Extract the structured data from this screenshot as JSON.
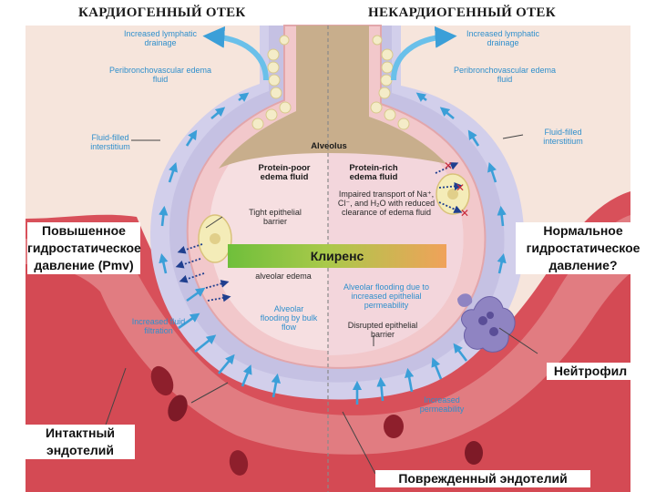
{
  "headers": {
    "left": "КАРДИОГЕННЫЙ ОТЕК",
    "right": "НЕКАРДИОГЕННЫЙ ОТЕК"
  },
  "labels": {
    "lymph_left": "Increased lymphatic drainage",
    "lymph_right": "Increased lymphatic drainage",
    "peri_left": "Peribronchovascular edema fluid",
    "peri_right": "Peribronchovascular edema fluid",
    "interstitium_left": "Fluid-filled interstitium",
    "interstitium_right": "Fluid-filled interstitium",
    "alveolus": "Alveolus",
    "protein_poor": "Protein-poor edema fluid",
    "protein_rich": "Protein-rich edema fluid",
    "impaired_transport": "Impaired transport of Na⁺, Cl⁻, and H₂O with reduced clearance of edema fluid",
    "tight_barrier": "Tight epithelial barrier",
    "alveolar_edema": "alveolar edema",
    "alveolar_flooding_bulk": "Alveolar flooding by bulk flow",
    "increased_filtration": "Increased fluid filtration",
    "flooding_permeability": "Alveolar flooding due to increased epithelial permeability",
    "disrupted_barrier": "Disrupted epithelial barrier",
    "increased_permeability": "Increased permeability"
  },
  "callouts": {
    "high_pressure": "Повышенное гидростатическое давление (Pmv)",
    "normal_pressure": "Нормальное гидростатическое давление?",
    "neutrophil": "Нейтрофил",
    "intact_endothelium": "Интактный эндотелий",
    "damaged_endothelium": "Поврежденный эндотелий"
  },
  "clearance": "Клиренс",
  "colors": {
    "capillary_red": "#d8505a",
    "interstitium_blue": "#c9c6e6",
    "arrow_blue": "#3b9fd8",
    "label_blue": "#2f8fcc",
    "clearance_green": "#6fbf3b",
    "clearance_orange": "#f0a25a",
    "alveolus_fluid_left": "#f6dfe1",
    "alveolus_fluid_right": "#f3d6dc",
    "airway_tan": "#c8ae8c"
  }
}
